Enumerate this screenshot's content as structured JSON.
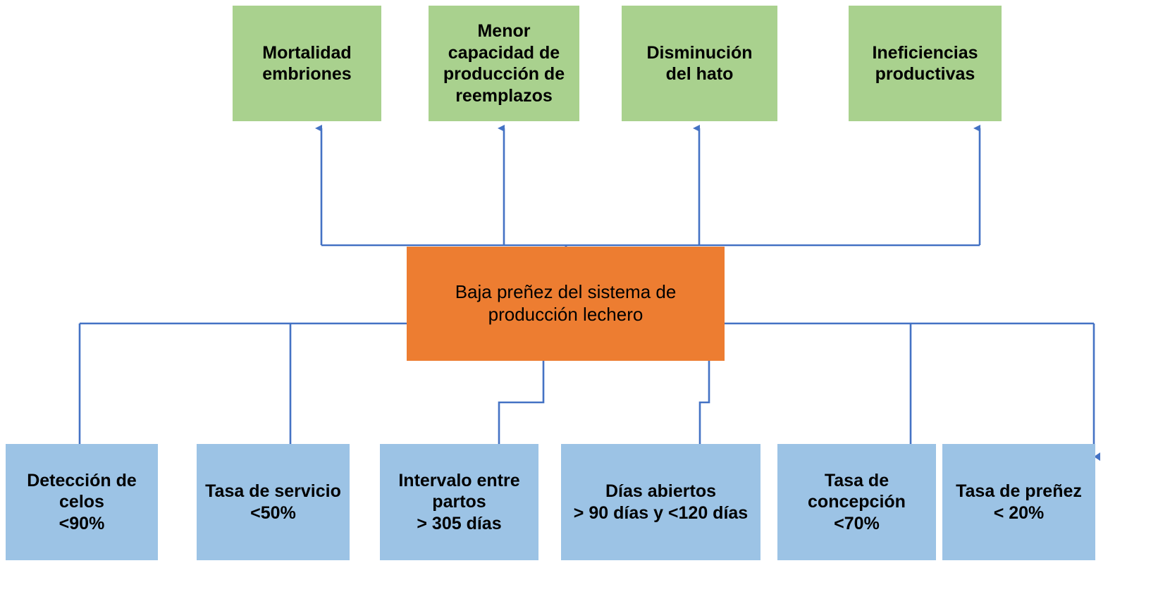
{
  "diagram": {
    "type": "cause-effect-tree",
    "colors": {
      "effect_fill": "#A9D18E",
      "problem_fill": "#ED7D31",
      "cause_fill": "#9CC3E5",
      "connector": "#4472C4",
      "text": "#000000",
      "background": "#FFFFFF"
    },
    "central_problem": {
      "label": "Baja preñez del sistema de\nproducción lechero"
    },
    "effects": [
      {
        "label": "Mortalidad\nembriones"
      },
      {
        "label": "Menor\ncapacidad de\nproducción de\nreemplazos"
      },
      {
        "label": "Disminución\ndel hato"
      },
      {
        "label": "Ineficiencias\nproductivas"
      }
    ],
    "causes": [
      {
        "label": "Detección de\ncelos\n<90%"
      },
      {
        "label": "Tasa de servicio\n<50%"
      },
      {
        "label": "Intervalo entre\npartos\n> 305 días"
      },
      {
        "label": "Días abiertos\n> 90 días y <120 días"
      },
      {
        "label": "Tasa de\nconcepción\n<70%"
      },
      {
        "label": "Tasa de preñez\n< 20%"
      }
    ]
  }
}
